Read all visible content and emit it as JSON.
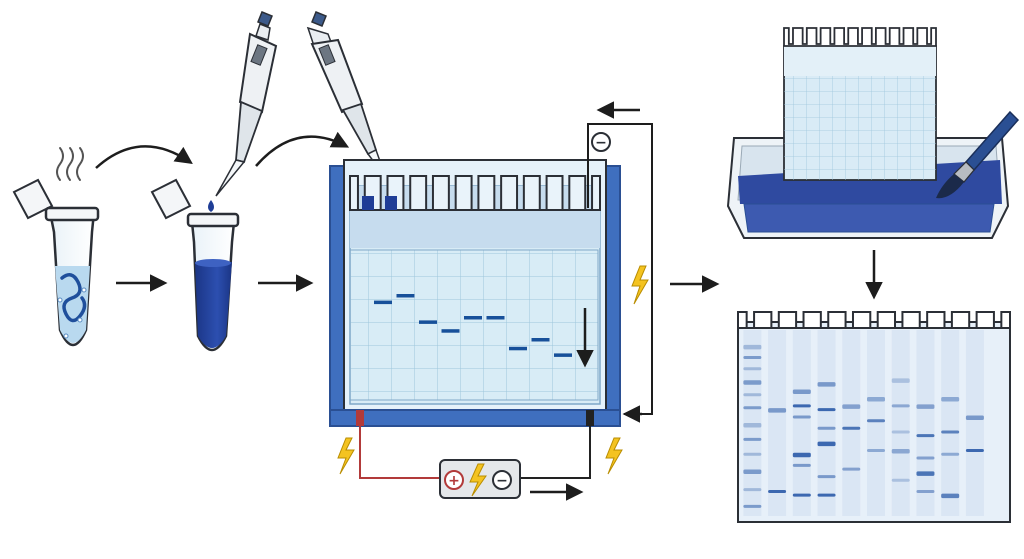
{
  "steps": [
    {
      "id": "sample",
      "description_hidden": false
    },
    {
      "id": "dye-mixing"
    },
    {
      "id": "electrophoresis"
    },
    {
      "id": "staining"
    },
    {
      "id": "result-gel"
    }
  ],
  "symbols": {
    "positive": "+",
    "negative": "−",
    "electrode_negative": "−"
  },
  "colors": {
    "outline": "#2b2f36",
    "tank_blue": "#3f6fbf",
    "tank_blue_dark": "#2a4f93",
    "gel_fill": "#d8ecf6",
    "gel_top": "#c6dcee",
    "grid": "#9ec6dc",
    "band": "#17509a",
    "dye": "#1f3d96",
    "stain": "#2f4aa0",
    "lightning": "#f4c320",
    "wire_red": "#b23a3a",
    "wire_black": "#222222",
    "result_gel": "#e7f0f9",
    "result_band": "#2a5aa8"
  },
  "gel_bands": [
    {
      "lane": 1,
      "row": 2.3
    },
    {
      "lane": 2,
      "row": 2.0
    },
    {
      "lane": 3,
      "row": 3.2
    },
    {
      "lane": 4,
      "row": 3.6
    },
    {
      "lane": 5,
      "row": 3.0
    },
    {
      "lane": 6,
      "row": 3.0
    },
    {
      "lane": 7,
      "row": 4.4
    },
    {
      "lane": 8,
      "row": 4.0
    },
    {
      "lane": 9,
      "row": 4.7
    }
  ],
  "result_lanes": [
    {
      "lane": 1,
      "bands": [
        0.08,
        0.14,
        0.2,
        0.27,
        0.34,
        0.41,
        0.5,
        0.58,
        0.66,
        0.75,
        0.85,
        0.94
      ],
      "weight": 0.6
    },
    {
      "lane": 2,
      "bands": [
        0.42,
        0.86
      ],
      "weight": 1.0
    },
    {
      "lane": 3,
      "bands": [
        0.32,
        0.4,
        0.46,
        0.66,
        0.72,
        0.88
      ],
      "weight": 1.0
    },
    {
      "lane": 4,
      "bands": [
        0.28,
        0.42,
        0.52,
        0.6,
        0.78,
        0.88
      ],
      "weight": 1.0
    },
    {
      "lane": 5,
      "bands": [
        0.4,
        0.52,
        0.74
      ],
      "weight": 0.9
    },
    {
      "lane": 6,
      "bands": [
        0.36,
        0.48,
        0.64
      ],
      "weight": 0.8
    },
    {
      "lane": 7,
      "bands": [
        0.26,
        0.4,
        0.54,
        0.64,
        0.8
      ],
      "weight": 0.5
    },
    {
      "lane": 8,
      "bands": [
        0.4,
        0.56,
        0.68,
        0.76,
        0.86
      ],
      "weight": 0.9
    },
    {
      "lane": 9,
      "bands": [
        0.36,
        0.54,
        0.66,
        0.88
      ],
      "weight": 0.8
    },
    {
      "lane": 10,
      "bands": [
        0.46,
        0.64
      ],
      "weight": 1.0
    }
  ]
}
